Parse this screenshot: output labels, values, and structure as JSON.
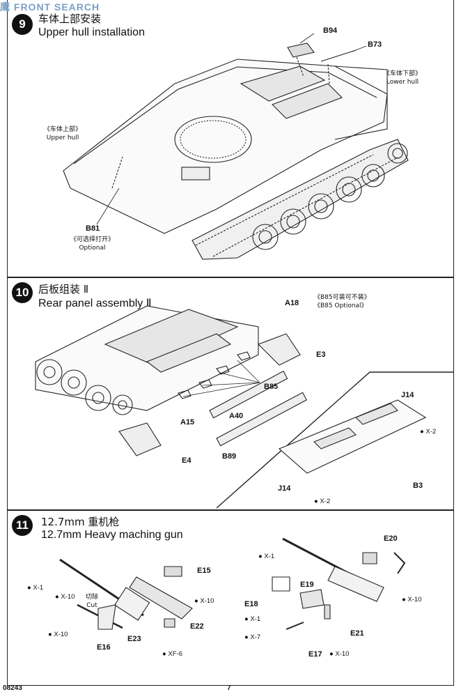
{
  "watermark": "鹰 FRONT SEARCH",
  "steps": [
    {
      "number": "9",
      "title_zh": "车体上部安装",
      "title_en": "Upper hull installation",
      "parts": [
        "B94",
        "B73",
        "B81"
      ],
      "notes": {
        "upper_hull_zh": "《车体上部》",
        "upper_hull_en": "Upper hull",
        "lower_hull_zh": "《车体下部》",
        "lower_hull_en": "Lower hull",
        "optional_zh": "《可选择打开》",
        "optional_en": "Optional"
      }
    },
    {
      "number": "10",
      "title_zh": "后板组装 Ⅱ",
      "title_en": "Rear panel assembly Ⅱ",
      "parts": [
        "A18",
        "E3",
        "B85",
        "A15",
        "A40",
        "E4",
        "B89",
        "J14",
        "J14",
        "B3"
      ],
      "notes": {
        "b85_zh": "《B85可装可不装》",
        "b85_en": "《B85 Optional》"
      },
      "markers": [
        "X-2",
        "X-2"
      ]
    },
    {
      "number": "11",
      "title_zh": "12.7mm 重机枪",
      "title_en": "12.7mm Heavy maching gun",
      "parts": [
        "E15",
        "E23",
        "E16",
        "E22",
        "E20",
        "E19",
        "E18",
        "E21",
        "E17"
      ],
      "cut_zh": "切除",
      "cut_en": "Cut",
      "markers": [
        "X-1",
        "X-10",
        "X-10",
        "X-10",
        "XF-6",
        "X-1",
        "X-1",
        "X-7",
        "X-10",
        "X-10"
      ]
    }
  ],
  "footer": {
    "left": "08243",
    "page": "7"
  }
}
